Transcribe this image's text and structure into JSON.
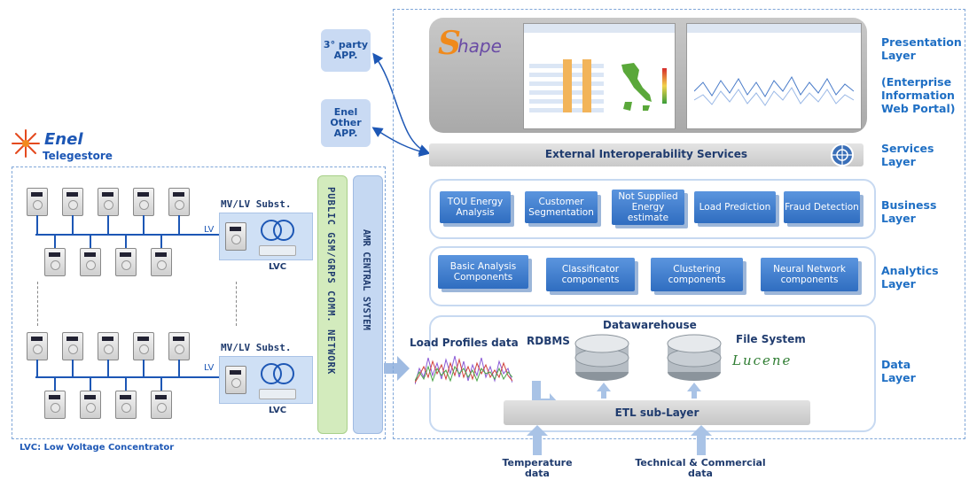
{
  "left": {
    "brand": "Enel",
    "brand_sub": "Telegestore",
    "subst_label": "MV/LV Subst.",
    "lv_label": "LV",
    "lvc_label": "LVC",
    "gsm_network": "PUBLIC GSM/GRPS COMM. NETWORK",
    "amr_system": "AMR CENTRAL SYSTEM",
    "footnote": "LVC: Low Voltage Concentrator"
  },
  "apps": {
    "third_party": "3° party\nAPP.",
    "enel_other": "Enel\nOther\nAPP."
  },
  "presentation": {
    "logo": "hape"
  },
  "services": {
    "bar": "External Interoperability Services"
  },
  "business": {
    "items": [
      "TOU Energy Analysis",
      "Customer Segmentation",
      "Not Supplied Energy estimate",
      "Load Prediction",
      "Fraud Detection"
    ]
  },
  "analytics": {
    "items": [
      "Basic Analysis Components",
      "Classificator components",
      "Clustering components",
      "Neural Network components"
    ]
  },
  "data_layer": {
    "load_profiles": "Load Profiles data",
    "datawarehouse": "Datawarehouse",
    "rdbms": "RDBMS",
    "file_system": "File System",
    "lucene": "Lucene",
    "etl": "ETL sub-Layer",
    "temperature": "Temperature\ndata",
    "technical": "Technical & Commercial\ndata"
  },
  "layers": {
    "presentation": "Presentation\nLayer\n\n(Enterprise\nInformation\nWeb Portal)",
    "services": "Services\nLayer",
    "business": "Business\nLayer",
    "analytics": "Analytics\nLayer",
    "data": "Data\nLayer"
  },
  "colors": {
    "layer_label": "#1f6fc4",
    "button_blue": "#3a78cc",
    "app_box": "#c9daf3",
    "gsm_green": "#cfe8b5",
    "amr_blue": "#c5d8f2"
  }
}
